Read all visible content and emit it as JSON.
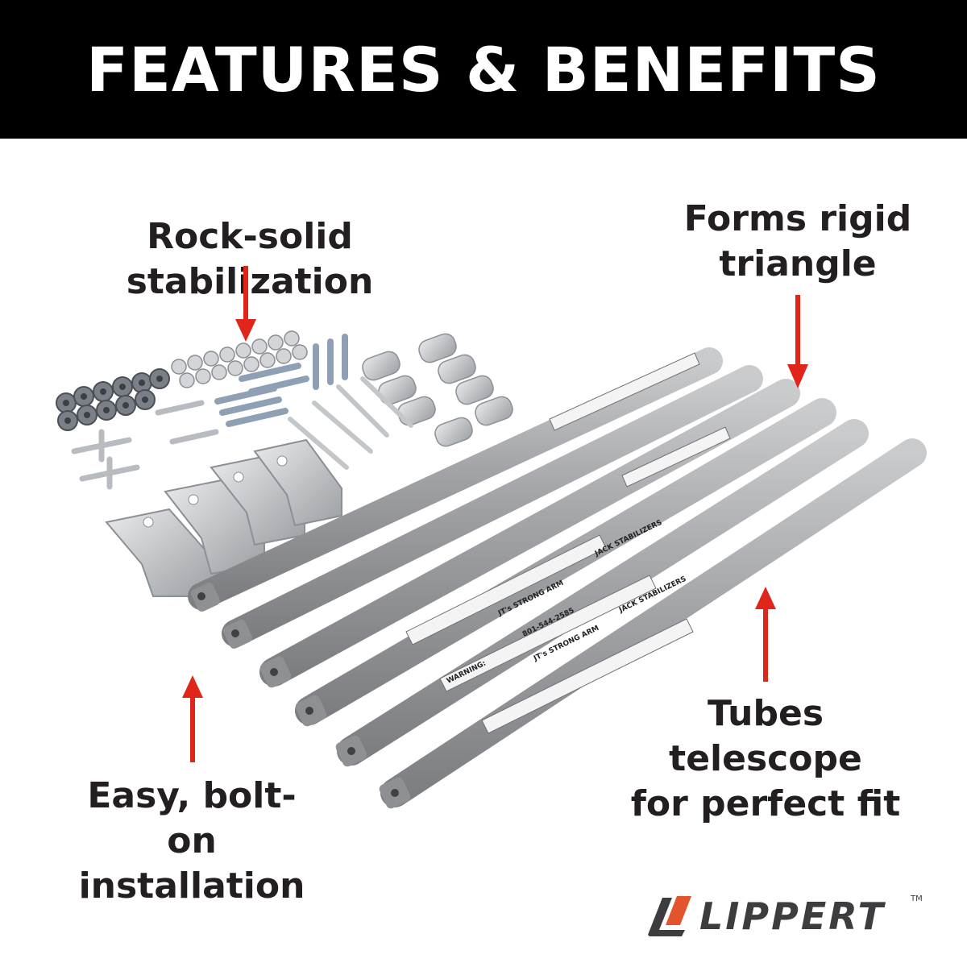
{
  "header": {
    "title": "FEATURES & BENEFITS"
  },
  "callouts": {
    "stabilization": "Rock-solid stabilization",
    "triangle_line1": "Forms rigid",
    "triangle_line2": "triangle",
    "install_line1": "Easy, bolt-on",
    "install_line2": "installation",
    "telescope_line1": "Tubes telescope",
    "telescope_line2": "for perfect fit"
  },
  "product": {
    "tube_label_brand": "JT's STRONG ARM",
    "tube_label_product": "JACK STABILIZERS",
    "tube_label_phone": "801-544-2585",
    "tube_label_warning": "WARNING:"
  },
  "logo": {
    "text": "LIPPERT",
    "tm": "TM"
  },
  "colors": {
    "banner": "#000000",
    "arrow": "#e0261b",
    "tube": "#9fa1a4",
    "logo_orange": "#e2542b",
    "logo_gray": "#3d3d3f"
  }
}
